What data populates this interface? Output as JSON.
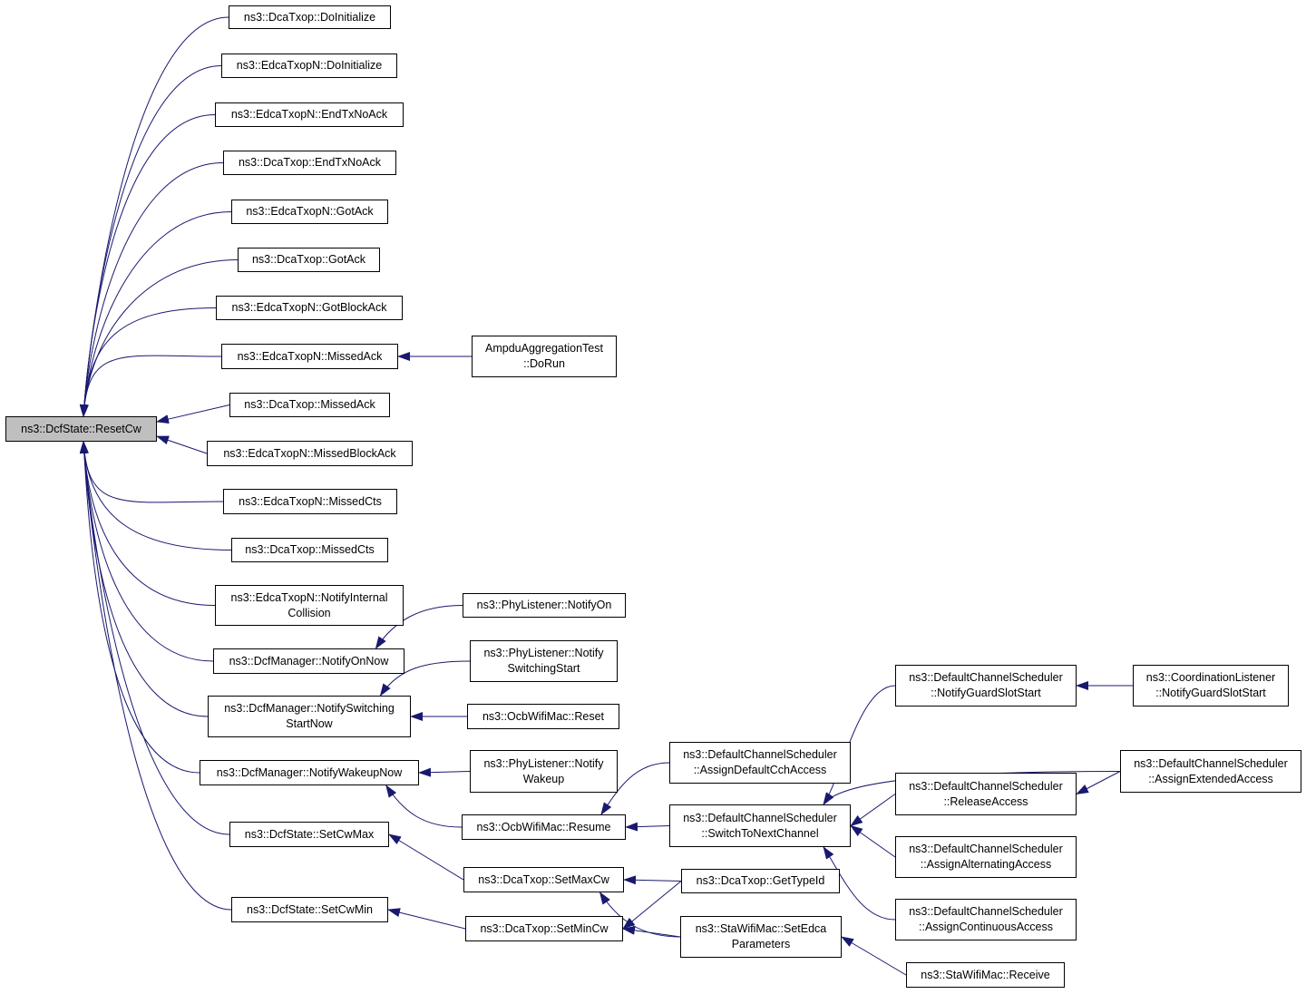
{
  "colors": {
    "edge": "#191970",
    "node_border": "#000000",
    "root_fill": "#bfbfbf"
  },
  "nodes": {
    "root": [
      "ns3::DcfState::ResetCw"
    ],
    "dca_doinit": [
      "ns3::DcaTxop::DoInitialize"
    ],
    "edca_doinit": [
      "ns3::EdcaTxopN::DoInitialize"
    ],
    "edca_endtx": [
      "ns3::EdcaTxopN::EndTxNoAck"
    ],
    "dca_endtx": [
      "ns3::DcaTxop::EndTxNoAck"
    ],
    "edca_gotack": [
      "ns3::EdcaTxopN::GotAck"
    ],
    "dca_gotack": [
      "ns3::DcaTxop::GotAck"
    ],
    "edca_gotblock": [
      "ns3::EdcaTxopN::GotBlockAck"
    ],
    "edca_missedack": [
      "ns3::EdcaTxopN::MissedAck"
    ],
    "ampdu": [
      "AmpduAggregationTest",
      "::DoRun"
    ],
    "dca_missedack": [
      "ns3::DcaTxop::MissedAck"
    ],
    "edca_missedblock": [
      "ns3::EdcaTxopN::MissedBlockAck"
    ],
    "edca_missedcts": [
      "ns3::EdcaTxopN::MissedCts"
    ],
    "dca_missedcts": [
      "ns3::DcaTxop::MissedCts"
    ],
    "edca_notifycoll": [
      "ns3::EdcaTxopN::NotifyInternal",
      "Collision"
    ],
    "dcfm_onnow": [
      "ns3::DcfManager::NotifyOnNow"
    ],
    "phy_on": [
      "ns3::PhyListener::NotifyOn"
    ],
    "phy_switch": [
      "ns3::PhyListener::Notify",
      "SwitchingStart"
    ],
    "dcfm_switch": [
      "ns3::DcfManager::NotifySwitching",
      "StartNow"
    ],
    "ocb_reset": [
      "ns3::OcbWifiMac::Reset"
    ],
    "phy_wakeup": [
      "ns3::PhyListener::Notify",
      "Wakeup"
    ],
    "dcfm_wakeup": [
      "ns3::DcfManager::NotifyWakeupNow"
    ],
    "ocb_resume": [
      "ns3::OcbWifiMac::Resume"
    ],
    "dcs_assigndef": [
      "ns3::DefaultChannelScheduler",
      "::AssignDefaultCchAccess"
    ],
    "dcs_switchnext": [
      "ns3::DefaultChannelScheduler",
      "::SwitchToNextChannel"
    ],
    "dcs_guard": [
      "ns3::DefaultChannelScheduler",
      "::NotifyGuardSlotStart"
    ],
    "coord_guard": [
      "ns3::CoordinationListener",
      "::NotifyGuardSlotStart"
    ],
    "dcs_extended": [
      "ns3::DefaultChannelScheduler",
      "::AssignExtendedAccess"
    ],
    "dcs_release": [
      "ns3::DefaultChannelScheduler",
      "::ReleaseAccess"
    ],
    "dcs_alternating": [
      "ns3::DefaultChannelScheduler",
      "::AssignAlternatingAccess"
    ],
    "dcs_continuous": [
      "ns3::DefaultChannelScheduler",
      "::AssignContinuousAccess"
    ],
    "dcf_setmax": [
      "ns3::DcfState::SetCwMax"
    ],
    "dcf_setmin": [
      "ns3::DcfState::SetCwMin"
    ],
    "dca_setmax": [
      "ns3::DcaTxop::SetMaxCw"
    ],
    "dca_setmin": [
      "ns3::DcaTxop::SetMinCw"
    ],
    "dca_typeid": [
      "ns3::DcaTxop::GetTypeId"
    ],
    "sta_setedca": [
      "ns3::StaWifiMac::SetEdca",
      "Parameters"
    ],
    "sta_receive": [
      "ns3::StaWifiMac::Receive"
    ]
  },
  "edges": [
    [
      "dca_doinit",
      "root"
    ],
    [
      "edca_doinit",
      "root"
    ],
    [
      "edca_endtx",
      "root"
    ],
    [
      "dca_endtx",
      "root"
    ],
    [
      "edca_gotack",
      "root"
    ],
    [
      "dca_gotack",
      "root"
    ],
    [
      "edca_gotblock",
      "root"
    ],
    [
      "edca_missedack",
      "root"
    ],
    [
      "dca_missedack",
      "root"
    ],
    [
      "edca_missedblock",
      "root"
    ],
    [
      "edca_missedcts",
      "root"
    ],
    [
      "dca_missedcts",
      "root"
    ],
    [
      "edca_notifycoll",
      "root"
    ],
    [
      "dcfm_onnow",
      "root"
    ],
    [
      "dcfm_switch",
      "root"
    ],
    [
      "dcfm_wakeup",
      "root"
    ],
    [
      "dcf_setmax",
      "root"
    ],
    [
      "dcf_setmin",
      "root"
    ],
    [
      "ampdu",
      "edca_missedack"
    ],
    [
      "phy_on",
      "dcfm_onnow"
    ],
    [
      "phy_switch",
      "dcfm_switch"
    ],
    [
      "ocb_reset",
      "dcfm_switch"
    ],
    [
      "phy_wakeup",
      "dcfm_wakeup"
    ],
    [
      "ocb_resume",
      "dcfm_wakeup"
    ],
    [
      "dcs_assigndef",
      "ocb_resume"
    ],
    [
      "dcs_switchnext",
      "ocb_resume"
    ],
    [
      "dcs_guard",
      "dcs_switchnext"
    ],
    [
      "dcs_extended",
      "dcs_switchnext"
    ],
    [
      "dcs_release",
      "dcs_switchnext"
    ],
    [
      "dcs_alternating",
      "dcs_switchnext"
    ],
    [
      "dcs_continuous",
      "dcs_switchnext"
    ],
    [
      "coord_guard",
      "dcs_guard"
    ],
    [
      "dcs_extended",
      "dcs_release"
    ],
    [
      "dca_setmax",
      "dcf_setmax"
    ],
    [
      "dca_setmin",
      "dcf_setmin"
    ],
    [
      "dca_typeid",
      "dca_setmax"
    ],
    [
      "sta_setedca",
      "dca_setmax"
    ],
    [
      "dca_typeid",
      "dca_setmin"
    ],
    [
      "sta_setedca",
      "dca_setmin"
    ],
    [
      "sta_receive",
      "sta_setedca"
    ]
  ]
}
